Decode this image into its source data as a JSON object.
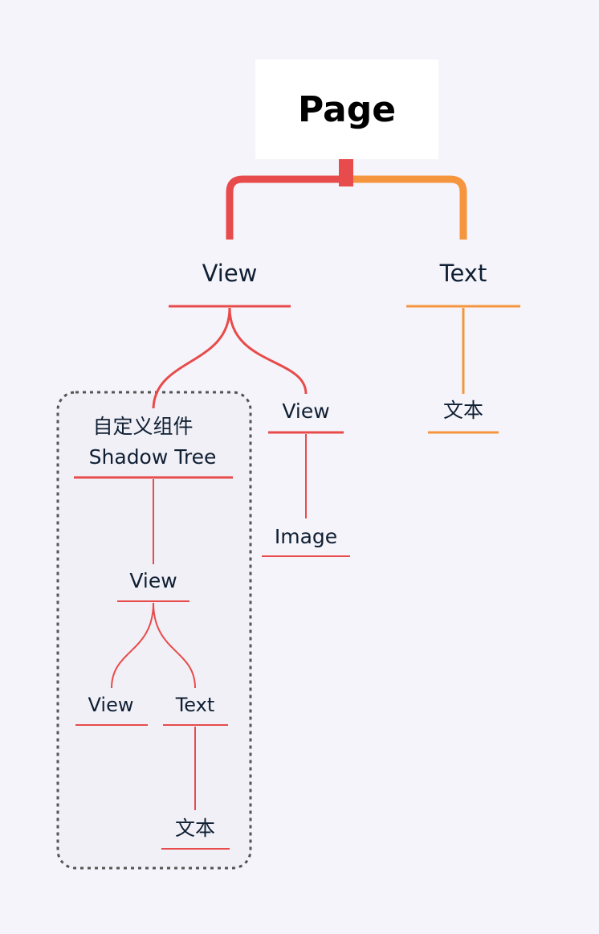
{
  "colors": {
    "background": "#f5f4fa",
    "red": "#e84b4b",
    "orange": "#f5963f",
    "text": "#0f1f33",
    "dashed_border": "#555555"
  },
  "root": {
    "label": "Page"
  },
  "left_branch": {
    "label": "View",
    "shadow_group": {
      "line1": "自定义组件",
      "line2": "Shadow Tree",
      "child": {
        "label": "View",
        "children": [
          {
            "label": "View"
          },
          {
            "label": "Text",
            "child": {
              "label": "文本"
            }
          }
        ]
      }
    },
    "view": {
      "label": "View",
      "child": {
        "label": "Image"
      }
    }
  },
  "right_branch": {
    "label": "Text",
    "child": {
      "label": "文本"
    }
  }
}
